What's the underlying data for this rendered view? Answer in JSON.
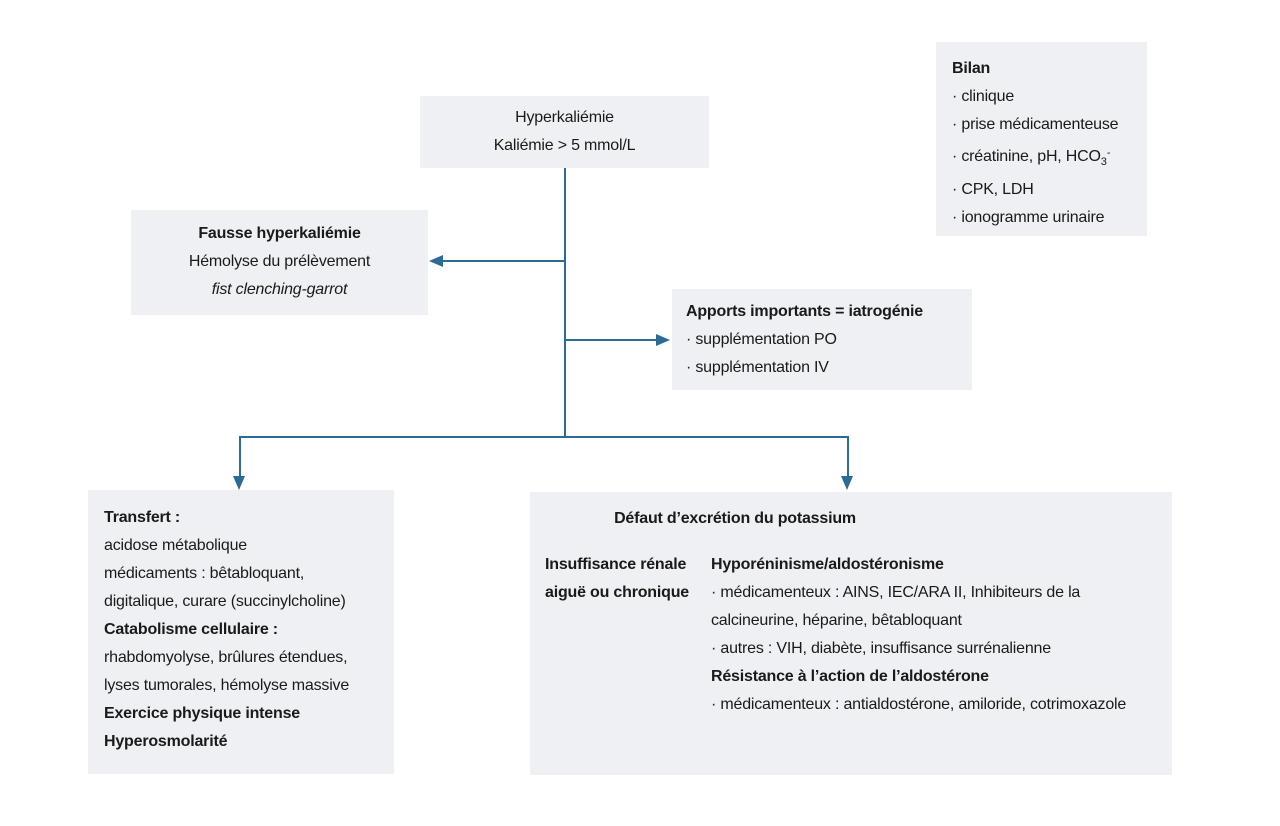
{
  "colors": {
    "box_background": "#eef0f3",
    "connector_line": "#2b6b96",
    "text": "#1a1a1a"
  },
  "boxes": {
    "hyperkaliemie": {
      "line1": "Hyperkaliémie",
      "line2": "Kaliémie > 5 mmol/L"
    },
    "bilan": {
      "title": "Bilan",
      "items": [
        {
          "text": "· clinique"
        },
        {
          "text": "· prise médicamenteuse"
        },
        {
          "text": "· créatinine, pH, HCO",
          "sub": "3",
          "sup": "-"
        },
        {
          "text": "· CPK, LDH"
        },
        {
          "text": "· ionogramme urinaire"
        }
      ]
    },
    "fausse_hyperkaliemie": {
      "title": "Fausse hyperkaliémie",
      "line2": "Hémolyse du prélèvement",
      "line3": "fist clenching-garrot"
    },
    "apports": {
      "title": "Apports importants = iatrogénie",
      "items": [
        {
          "text": "· supplémentation PO"
        },
        {
          "text": "· supplémentation IV"
        }
      ]
    },
    "transfert": {
      "lines": [
        {
          "text": "Transfert :"
        },
        {
          "text": "acidose métabolique"
        },
        {
          "text": "médicaments : bêtabloquant,"
        },
        {
          "text": "digitalique, curare (succinylcholine)"
        },
        {
          "text": "Catabolisme cellulaire :"
        },
        {
          "text": "rhabdomyolyse, brûlures étendues,"
        },
        {
          "text": "lyses tumorales, hémolyse massive"
        },
        {
          "text": "Exercice physique intense"
        },
        {
          "text": "Hyperosmolarité"
        }
      ]
    },
    "defaut_excretion": {
      "title": "Défaut d’excrétion du potassium",
      "left_column": [
        {
          "text": "Insuffisance rénale"
        },
        {
          "text": "aiguë ou chronique"
        }
      ],
      "right_column": [
        {
          "text": "Hyporéninisme/aldostéronisme"
        },
        {
          "text": "· médicamenteux : AINS, IEC/ARA II, Inhibiteurs de la"
        },
        {
          "text": "calcineurine, héparine, bêtabloquant"
        },
        {
          "text": "· autres : VIH, diabète, insuffisance surrénalienne"
        },
        {
          "text": "Résistance à l’action de l’aldostérone"
        },
        {
          "text": "· médicamenteux : antialdostérone, amiloride, cotrimoxazole"
        }
      ]
    }
  }
}
